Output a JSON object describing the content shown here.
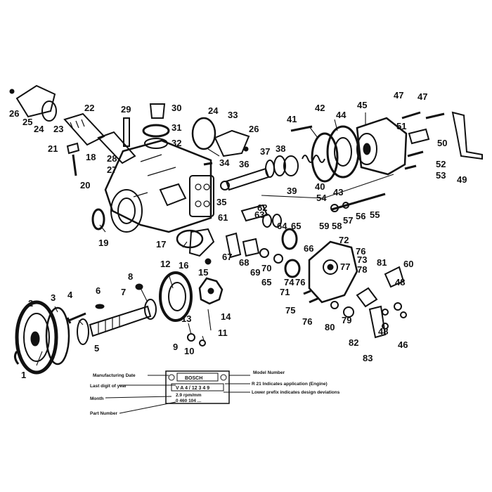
{
  "callouts": [
    "1",
    "2",
    "3",
    "4",
    "5",
    "6",
    "7",
    "8",
    "9",
    "10",
    "11",
    "12",
    "13",
    "14",
    "15",
    "16",
    "17",
    "18",
    "19",
    "20",
    "21",
    "22",
    "23",
    "24",
    "25",
    "26",
    "27",
    "28",
    "29",
    "30",
    "31",
    "32",
    "33",
    "34",
    "35",
    "36",
    "37",
    "38",
    "39",
    "40",
    "41",
    "42",
    "43",
    "44",
    "45",
    "46",
    "47",
    "48",
    "49",
    "50",
    "51",
    "52",
    "53",
    "54",
    "55",
    "56",
    "57",
    "58",
    "59",
    "60",
    "61",
    "62",
    "63",
    "64",
    "65",
    "66",
    "67",
    "68",
    "69",
    "70",
    "71",
    "72",
    "73",
    "74",
    "75",
    "76",
    "77",
    "78",
    "79",
    "80",
    "81",
    "82",
    "83"
  ],
  "extra_callouts": {
    "n24b": "24",
    "n26b": "26",
    "n47b": "47",
    "n65b": "65",
    "n76b": "76",
    "n76c": "76",
    "n48b": "48"
  },
  "plate": {
    "brand": "BOSCH",
    "code": "V A 4 / 12 3 4 9",
    "line2": "2.9 rpm/mm",
    "line3": "0 460 104 ..."
  },
  "legend": {
    "manufacturing_date": "Manufacturing Date",
    "last_digit_year": "Last digit of year",
    "month": "Month",
    "part_number": "Part Number",
    "model_number": "Model Number",
    "r21": "R 21   Indicates application (Engine)",
    "lower_prefix": "Lower prefix indicates design deviations"
  }
}
